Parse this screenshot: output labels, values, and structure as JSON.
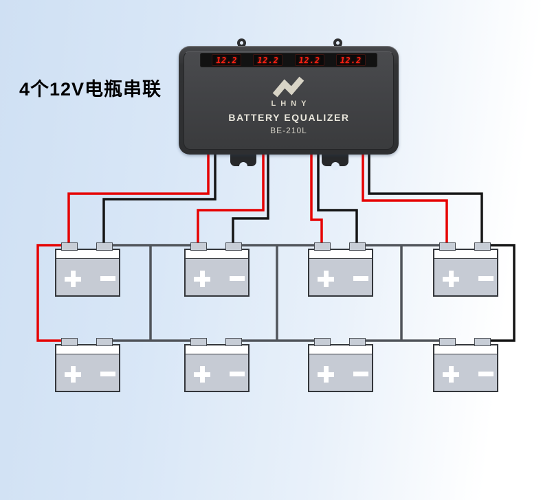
{
  "headline": {
    "text": "4个12V电瓶串联"
  },
  "device": {
    "brand": "LHNY",
    "name": "BATTERY EQUALIZER",
    "model": "BE-210L",
    "led_readings": [
      "12.2",
      "12.2",
      "12.2",
      "12.2"
    ]
  },
  "icons": {
    "brand_logo": "zigzag-ribbon",
    "mounting_ear": "ring-with-hole",
    "mounting_foot": "tab-with-keyhole-notch",
    "battery_positive": "plus",
    "battery_negative": "minus"
  },
  "colors": {
    "background_left": "#cfe0f3",
    "background_right": "#ffffff",
    "headline_text": "#000000",
    "device_rim": "#2e2f31",
    "device_face": "#424346",
    "led_digits": "#ff2012",
    "led_window": "#0a0a0a",
    "brand_text": "#ddd9cb",
    "device_text": "#e9e6dc",
    "model_text": "#d6d3c8",
    "wire_positive": "#e60000",
    "wire_negative": "#141414",
    "series_link": "#50545a",
    "battery_body": "#c6cbd4",
    "battery_top": "#ffffff",
    "battery_outline": "#33363b",
    "terminal": "#c7cdd6"
  }
}
